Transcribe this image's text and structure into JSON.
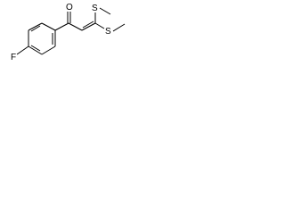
{
  "molecule": {
    "atoms": {
      "oxygen": "O",
      "fluorine": "F",
      "sulfur_upper": "S",
      "sulfur_lower": "S"
    }
  }
}
